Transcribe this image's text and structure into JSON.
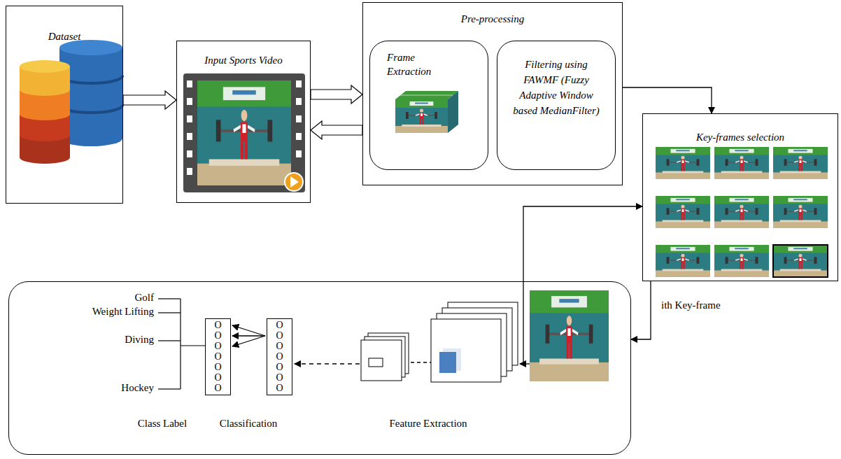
{
  "diagram": {
    "nodes": [
      {
        "text": [
          "Dataset"
        ]
      },
      {
        "text": [
          "Input Sports Video"
        ]
      },
      {
        "text": [
          "Pre-processing"
        ]
      },
      {
        "text": [
          "Frame Extraction"
        ],
        "in": 2
      },
      {
        "text": [
          "Filtering using FAWMF (Fuzzy Adaptive Window based MedianFilter)"
        ],
        "in": 2
      },
      {
        "text": [
          "Key-frames selection"
        ]
      },
      {
        "text": [
          "Class Label",
          "Classification",
          "Feature Extraction"
        ]
      },
      {
        "text": [
          "O",
          "O",
          "O",
          "O",
          "O",
          "O",
          "O"
        ],
        "in": 6
      },
      {
        "text": [
          "O",
          "O",
          "O",
          "O",
          "O",
          "O",
          "O"
        ],
        "in": 6
      }
    ],
    "edges": [
      {
        "from": 0,
        "to": 1,
        "arrow": "to"
      },
      {
        "from": 1,
        "to": 2,
        "arrow": "to"
      },
      {
        "from": 2,
        "to": 1,
        "arrow": "to"
      },
      {
        "from": 2,
        "to": 5,
        "arrow": "to"
      },
      {
        "from": 5,
        "to": 6,
        "label": "ith Key-frame",
        "arrow": "to"
      },
      {
        "from": 6,
        "to": 5,
        "arrow": "to"
      },
      {
        "from": 8,
        "to": 7,
        "arrow": "to"
      },
      {
        "from": 8,
        "to": 7,
        "arrow": "to"
      },
      {
        "from": 8,
        "to": 7,
        "arrow": "to"
      }
    ],
    "labels": [
      "Golf",
      "Weight Lifting",
      "Diving",
      "Hockey"
    ]
  }
}
